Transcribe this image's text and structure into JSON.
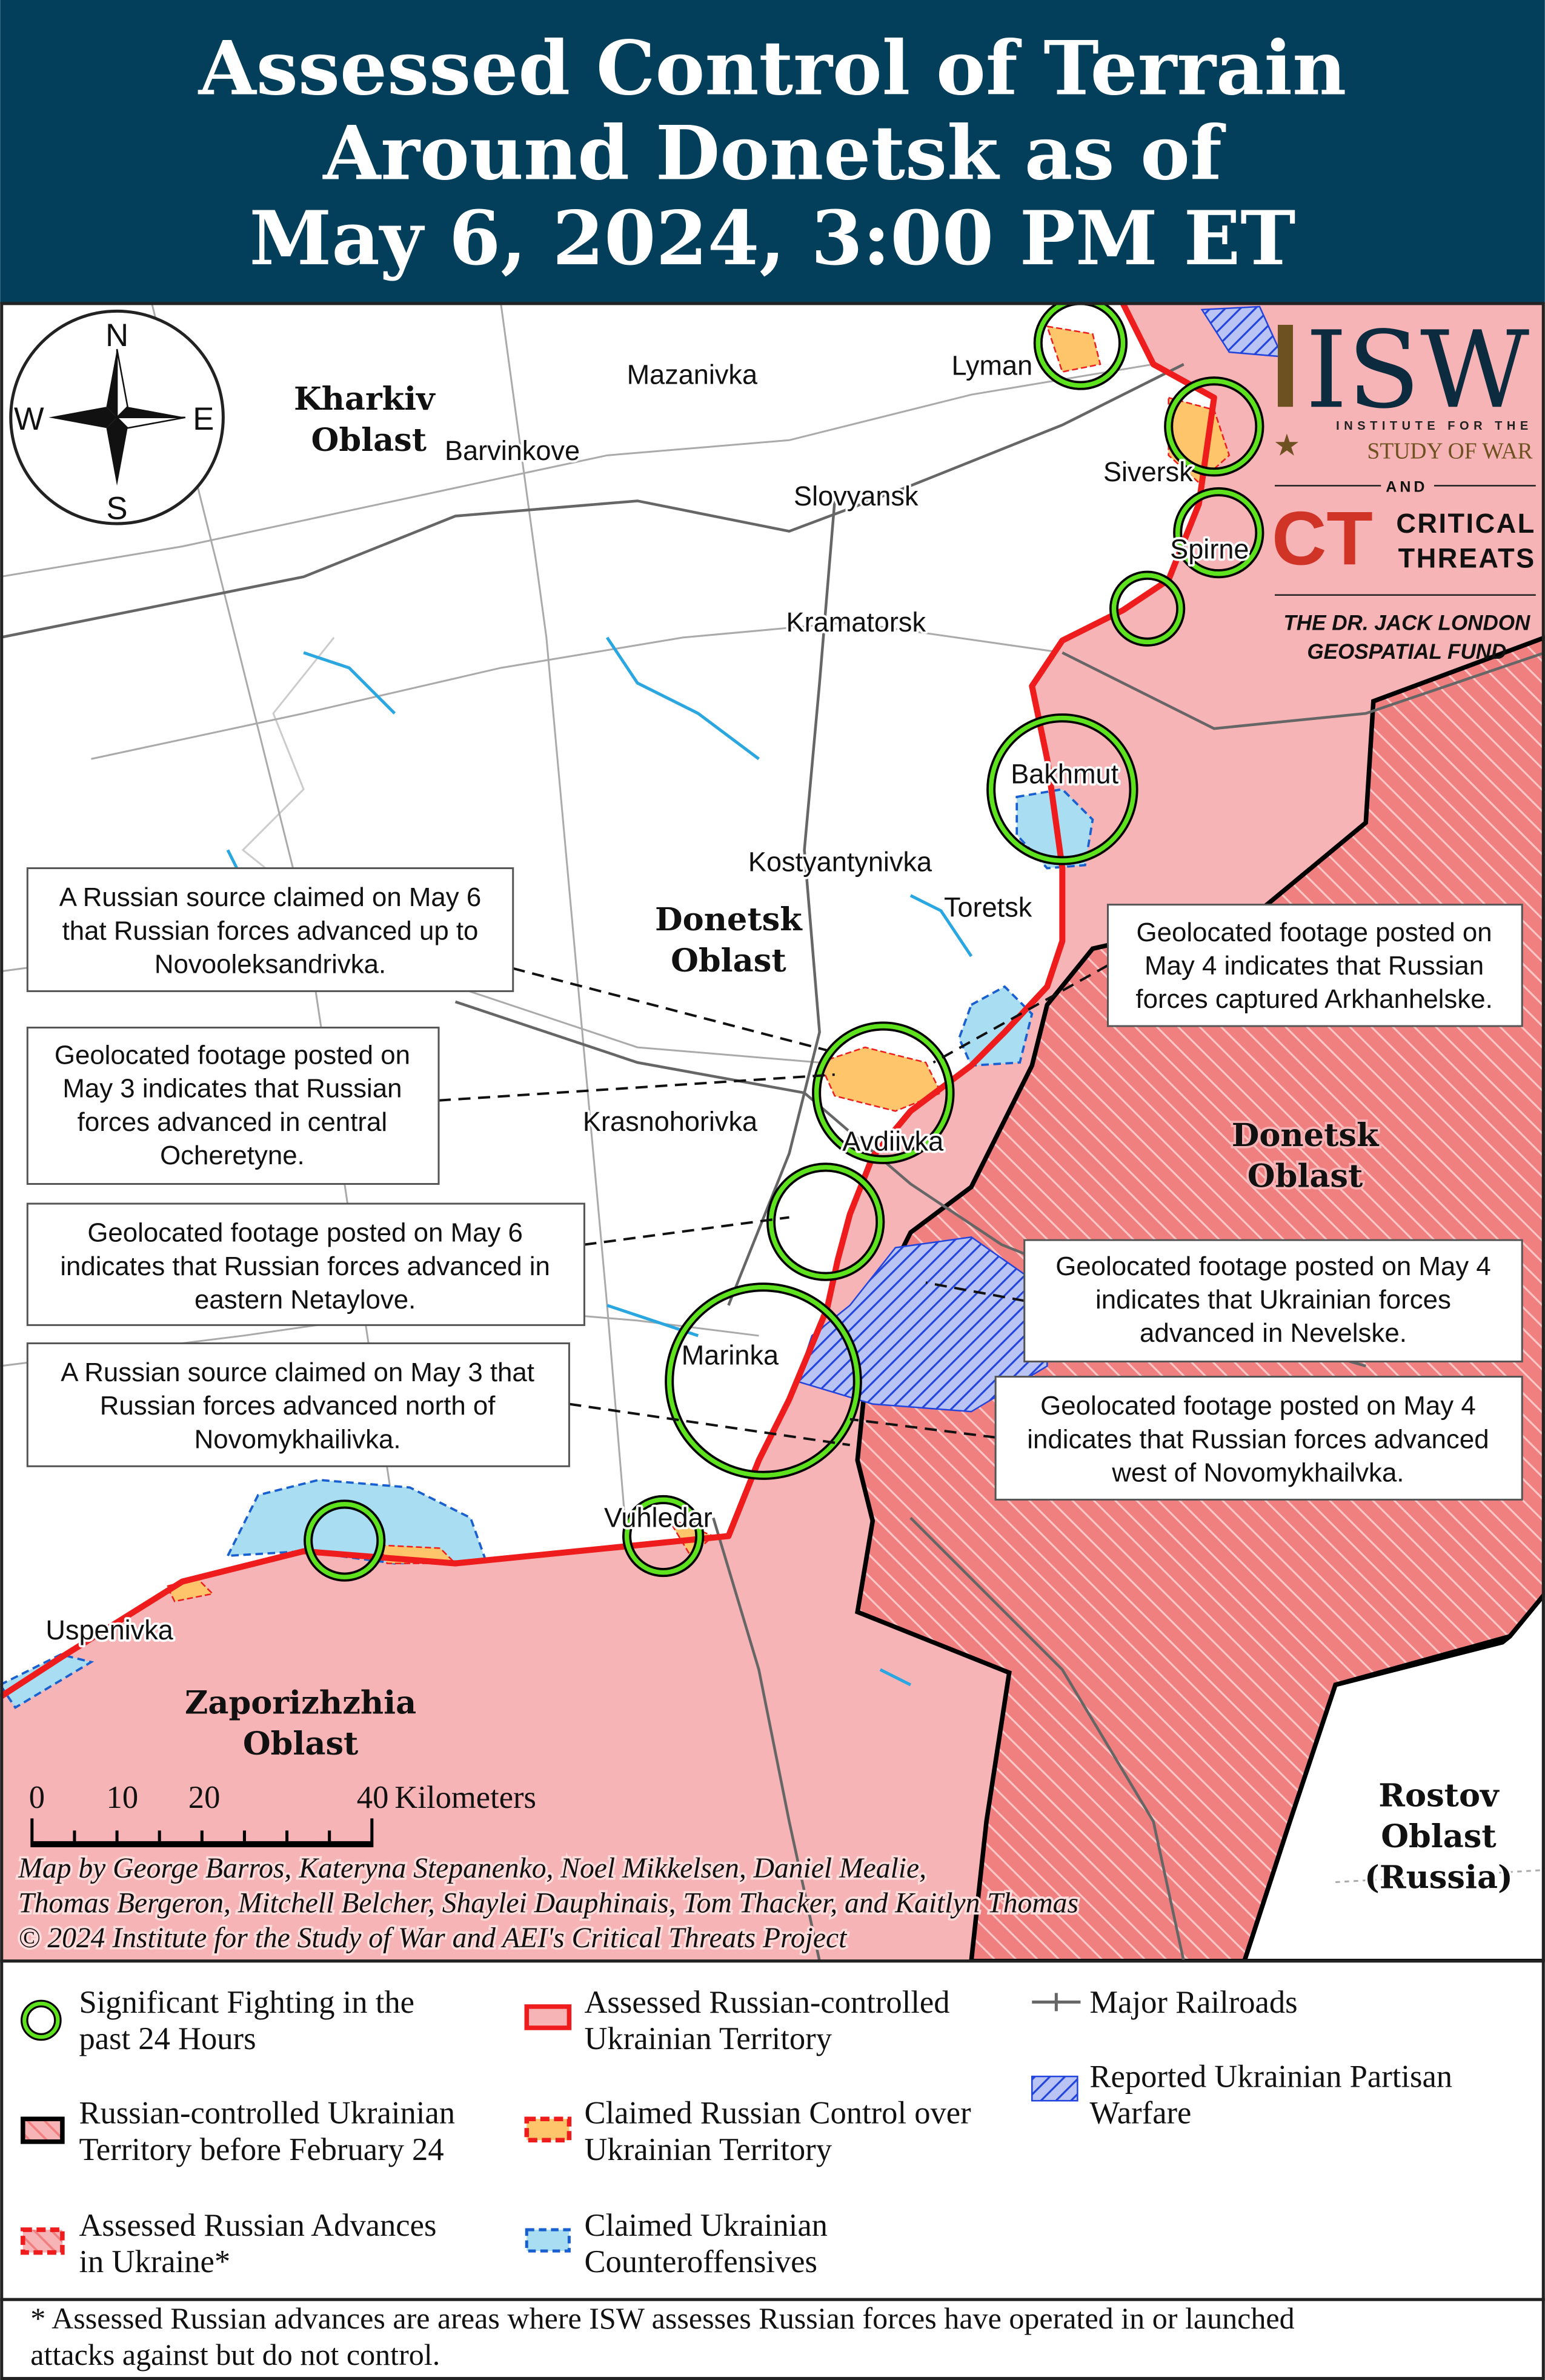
{
  "header": {
    "title_lines": [
      "Assessed Control of Terrain",
      "Around Donetsk as of",
      "May 6, 2024, 3:00 PM ET"
    ]
  },
  "colors": {
    "header_bg": "#033e5a",
    "russian_controlled": "#f7b4b6",
    "pre_feb24_hatch": "#f07f80",
    "front_line": "#ee1c1c",
    "claimed_russian": "#ffc56b",
    "ukrainian_counteroffensive": "#a8ddf2",
    "partisan": "#2244dd",
    "fighting_circle": "#5fe21e"
  },
  "compass": {
    "n": "N",
    "e": "E",
    "s": "S",
    "w": "W"
  },
  "logo": {
    "isw": "ISW",
    "line1": "INSTITUTE FOR THE",
    "line2": "STUDY OF WAR",
    "and": "AND",
    "ct": "CT",
    "critical": "CRITICAL",
    "threats": "THREATS",
    "fund1": "THE DR. JACK LONDON",
    "fund2": "GEOSPATIAL FUND"
  },
  "places": [
    "Mazanivka",
    "Lyman",
    "Barvinkove",
    "Slovyansk",
    "Siversk",
    "Spirne",
    "Kramatorsk",
    "Bakhmut",
    "Kostyantynivka",
    "Toretsk",
    "Krasnohorivka",
    "Avdiivka",
    "Marinka",
    "Vuhledar",
    "Uspenivka"
  ],
  "oblasts": {
    "kharkiv": [
      "Kharkiv",
      "Oblast"
    ],
    "donetsk_west": [
      "Donetsk",
      "Oblast"
    ],
    "donetsk_east": [
      "Donetsk",
      "Oblast"
    ],
    "zaporizhzhia": [
      "Zaporizhzhia",
      "Oblast"
    ],
    "rostov": [
      "Rostov",
      "Oblast",
      "(Russia)"
    ]
  },
  "callouts": [
    {
      "lines": [
        "A Russian source claimed on May 6",
        "that Russian forces advanced up to",
        "Novooleksandrivka."
      ]
    },
    {
      "lines": [
        "Geolocated footage posted on",
        "May 3 indicates that Russian",
        "forces advanced in central",
        "Ocheretyne."
      ]
    },
    {
      "lines": [
        "Geolocated footage posted on May 6",
        "indicates that Russian forces advanced in",
        "eastern Netaylove."
      ]
    },
    {
      "lines": [
        "A Russian source claimed on May 3 that",
        "Russian forces advanced north of",
        "Novomykhailivka."
      ]
    },
    {
      "lines": [
        "Geolocated footage posted on",
        "May 4 indicates that Russian",
        "forces captured Arkhanhelske."
      ]
    },
    {
      "lines": [
        "Geolocated footage posted on May 4",
        "indicates that Ukrainian forces",
        "advanced in Nevelske."
      ]
    },
    {
      "lines": [
        "Geolocated footage posted on May 4",
        "indicates that Russian forces advanced",
        "west of Novomykhailvka."
      ]
    }
  ],
  "scale": {
    "labels": [
      "0",
      "10",
      "20",
      "40"
    ],
    "unit": "Kilometers"
  },
  "credits": [
    "Map by George Barros, Kateryna Stepanenko, Noel Mikkelsen, Daniel Mealie,",
    "Thomas Bergeron, Mitchell Belcher, Shaylei Dauphinais, Tom Thacker, and Kaitlyn Thomas",
    "© 2024 Institute for the Study of War and AEI's Critical Threats Project"
  ],
  "legend": {
    "fighting": [
      "Significant Fighting in the",
      "past 24 Hours"
    ],
    "pre_feb24": [
      "Russian-controlled Ukrainian",
      "Territory before February 24"
    ],
    "advances": [
      "Assessed Russian Advances",
      "in Ukraine*"
    ],
    "russian_controlled": [
      "Assessed Russian-controlled",
      "Ukrainian Territory"
    ],
    "claimed_russian": [
      "Claimed Russian Control over",
      "Ukrainian Territory"
    ],
    "counteroffensive": [
      "Claimed Ukrainian",
      "Counteroffensives"
    ],
    "railroads": [
      "Major Railroads"
    ],
    "partisan": [
      "Reported Ukrainian Partisan",
      "Warfare"
    ]
  },
  "footnote": [
    "* Assessed Russian advances are areas where ISW assesses Russian forces have operated in or launched",
    "attacks against but do not control."
  ]
}
